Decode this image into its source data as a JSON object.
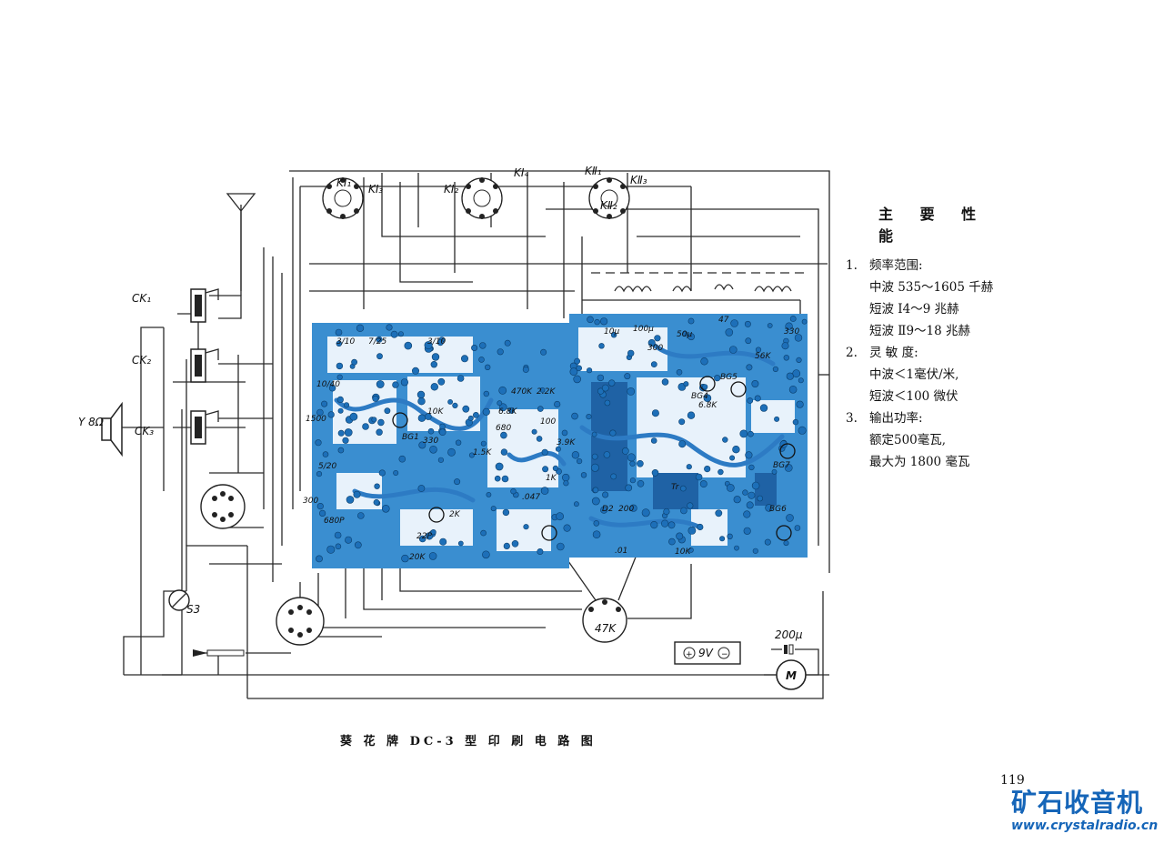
{
  "diagram": {
    "switch_labels": [
      "KI₁",
      "KI₃",
      "KI₂",
      "KI₄",
      "KⅡ₁",
      "KⅡ₃",
      "KⅡ₂"
    ],
    "jack_labels": [
      "CK₁",
      "CK₂",
      "CK₃"
    ],
    "speaker_label": "Y 8Ω",
    "switch_s3": "S3",
    "pot_label": "47K",
    "battery_label": "9V",
    "motor_cap_label": "200μ",
    "motor_label": "M",
    "component_labels": [
      "3/10",
      "7/25",
      "3/10",
      "10/40",
      "1500",
      "5/20",
      "300",
      "680P",
      "BG1",
      "330",
      "10K",
      "1.5K",
      "470K",
      "2.2K",
      "6.8K",
      "3.9K",
      "100",
      "1K",
      ".047",
      "680",
      "22P",
      "20K",
      "D2",
      "200",
      "2K",
      "10K",
      ".01",
      "10μ",
      "100μ",
      "50μ",
      "300",
      "47",
      "BG4",
      "BG5",
      "6.8K",
      "Tr",
      "BG6",
      "BG7",
      "56K",
      "330"
    ]
  },
  "specs": {
    "title": "主 要 性 能",
    "items": [
      {
        "num": "1.",
        "label": "频率范围:",
        "lines": [
          "中波 535～1605 千赫",
          "短波 Ⅰ4～9 兆赫",
          "短波 Ⅱ9～18 兆赫"
        ]
      },
      {
        "num": "2.",
        "label": "灵 敏 度:",
        "lines": [
          "中波＜1毫伏/米,",
          "短波＜100 微伏"
        ]
      },
      {
        "num": "3.",
        "label": "输出功率:",
        "lines": [
          "额定500毫瓦,",
          "最大为 1800 毫瓦"
        ]
      }
    ]
  },
  "caption": "葵 花 牌 DC-3 型 印 刷 电 路 图",
  "page_number": "119",
  "watermark": {
    "name": "矿石收音机",
    "url": "www.crystalradio.cn"
  },
  "colors": {
    "pcb": "#3a8ed0",
    "watermark": "#1565b8"
  }
}
